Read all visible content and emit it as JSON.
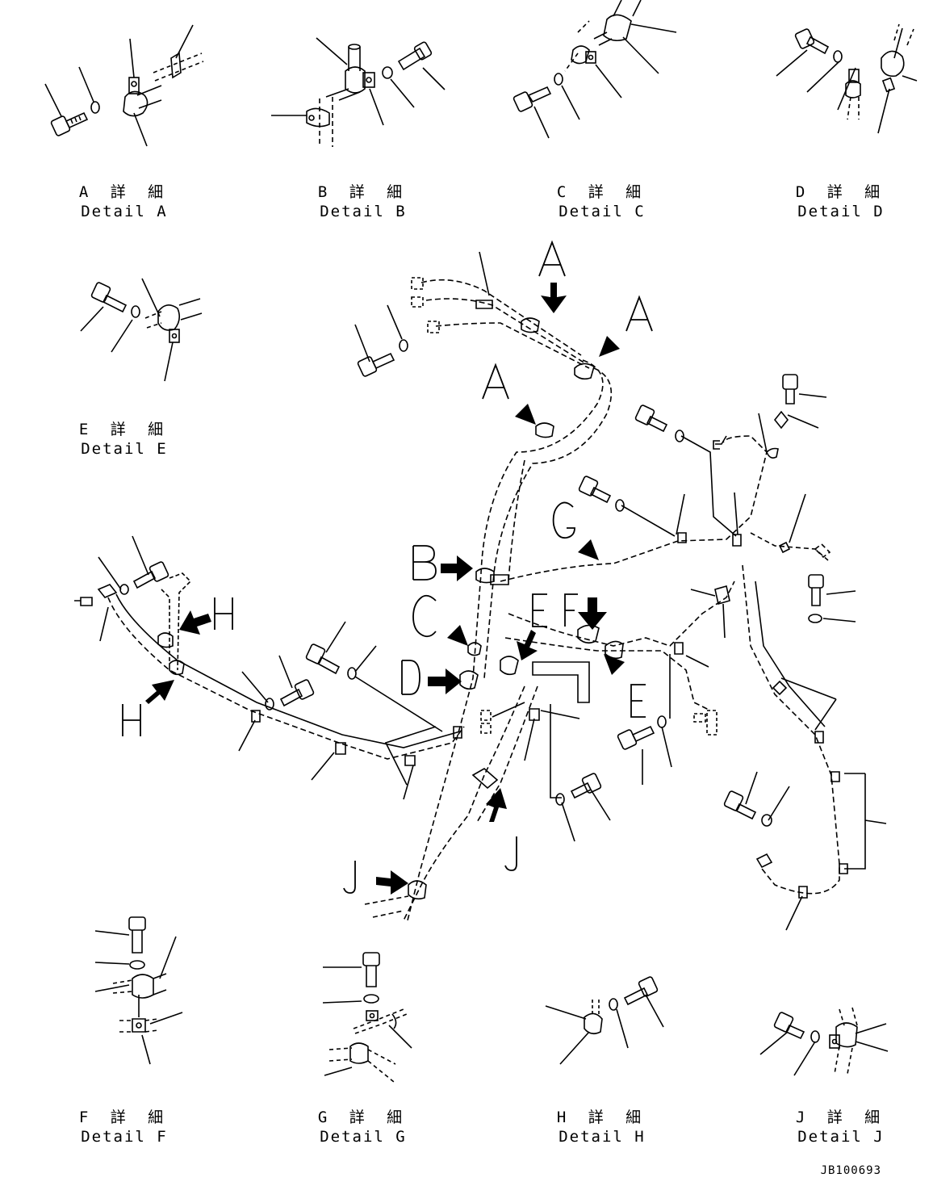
{
  "details": [
    {
      "letter": "A",
      "jp": "A 詳 細",
      "en": "Detail A"
    },
    {
      "letter": "B",
      "jp": "B 詳 細",
      "en": "Detail B"
    },
    {
      "letter": "C",
      "jp": "C 詳 細",
      "en": "Detail C"
    },
    {
      "letter": "D",
      "jp": "D 詳 細",
      "en": "Detail D"
    },
    {
      "letter": "E",
      "jp": "E 詳 細",
      "en": "Detail E"
    },
    {
      "letter": "F",
      "jp": "F 詳 細",
      "en": "Detail F"
    },
    {
      "letter": "G",
      "jp": "G 詳 細",
      "en": "Detail G"
    },
    {
      "letter": "H",
      "jp": "H 詳 細",
      "en": "Detail H"
    },
    {
      "letter": "J",
      "jp": "J 詳 細",
      "en": "Detail J"
    }
  ],
  "callouts": [
    "A",
    "A",
    "A",
    "B",
    "C",
    "D",
    "E",
    "E",
    "F",
    "G",
    "H",
    "H",
    "J",
    "J"
  ],
  "drawing_code": "JB100693"
}
